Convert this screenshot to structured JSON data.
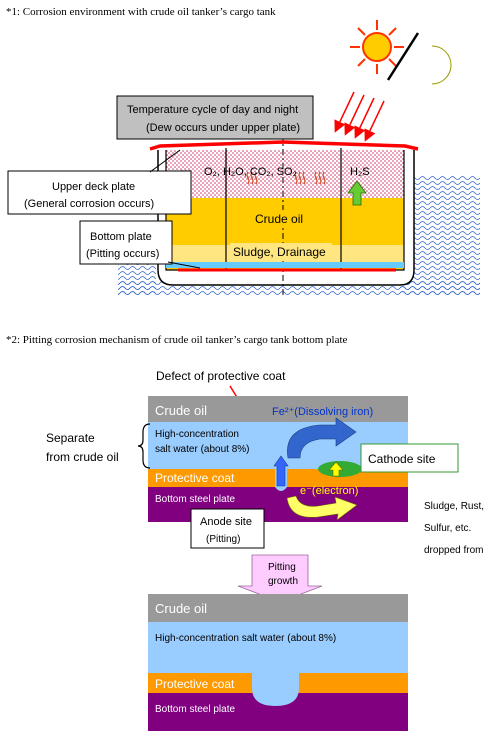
{
  "figure1": {
    "caption": "*1: Corrosion environment with crude oil tanker’s cargo tank",
    "temp_box_line1": "Temperature cycle of day and night",
    "temp_box_line2": "(Dew occurs under upper plate)",
    "gases_left": "O₂, H₂O, CO₂, SO₂",
    "gas_right": "H₂S",
    "crude_oil": "Crude oil",
    "sludge": "Sludge, Drainage",
    "upper_deck_line1": "Upper deck plate",
    "upper_deck_line2": "(General corrosion occurs)",
    "bottom_plate_line1": "Bottom plate",
    "bottom_plate_line2": "(Pitting occurs)"
  },
  "figure2": {
    "caption": "*2: Pitting corrosion mechanism of crude oil tanker’s cargo tank bottom plate",
    "defect_label": "Defect of protective coat",
    "crude_oil": "Crude oil",
    "fe_label": "Fe²⁺(Dissolving iron)",
    "salt_water_line1": "High-concentration",
    "salt_water_line2": "salt water (about 8%)",
    "separate_line1": "Separate",
    "separate_line2": "from crude oil",
    "protective_coat": "Protective coat",
    "bottom_steel": "Bottom steel plate",
    "electron": "e⁻(electron)",
    "cathode_site": "Cathode site",
    "anode_line1": "Anode site",
    "anode_line2": "(Pitting)",
    "sludge_note": [
      "Sludge, Rust,",
      "Sulfur, etc.",
      "dropped from"
    ],
    "arrow_line1": "Pitting",
    "arrow_line2": "growth"
  },
  "figure3": {
    "crude_oil": "Crude oil",
    "salt_water": "High-concentration salt water (about 8%)",
    "protective_coat": "Protective coat",
    "bottom_steel": "Bottom steel plate"
  },
  "colors": {
    "crude_oil_band": "#999999",
    "salt_water": "#99ccff",
    "protective_coat": "#ff9900",
    "steel": "#800080",
    "oil_fill": "#ffcc00",
    "tank_stroke": "#ff0000",
    "sea": "#3366cc"
  }
}
